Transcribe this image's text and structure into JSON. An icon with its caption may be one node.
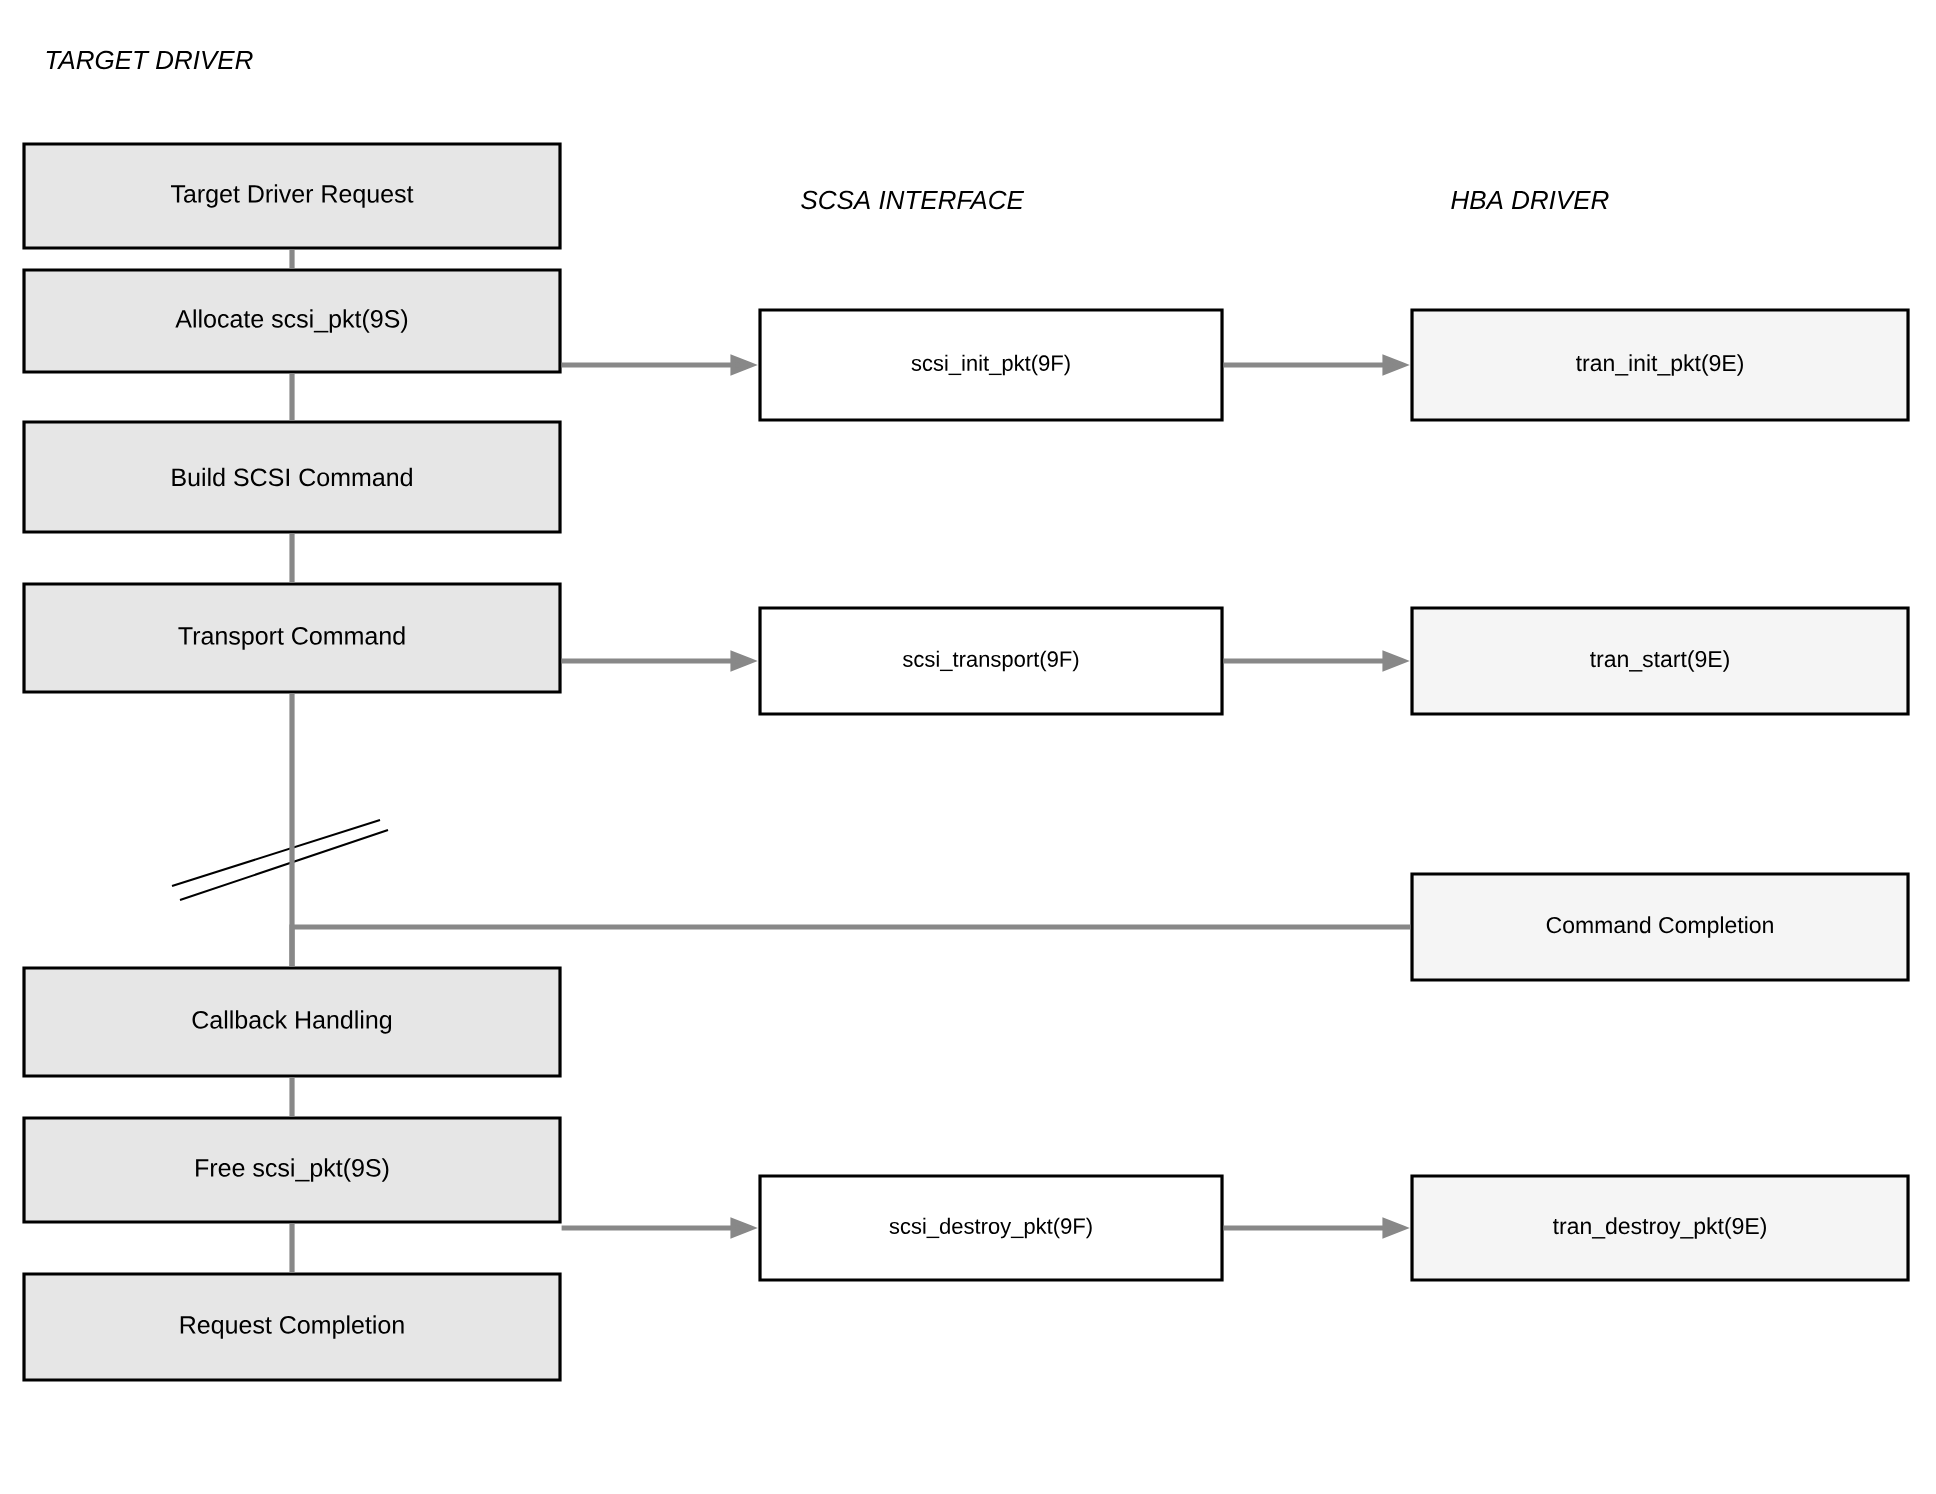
{
  "diagram": {
    "nodes": [
      {
        "text": [
          "Target Driver Request"
        ]
      },
      {
        "text": [
          "Allocate scsi_pkt(9S)"
        ]
      },
      {
        "text": [
          "Build SCSI Command"
        ]
      },
      {
        "text": [
          "Transport Command"
        ]
      },
      {
        "text": [
          "Callback Handling"
        ]
      },
      {
        "text": [
          "Free scsi_pkt(9S)"
        ]
      },
      {
        "text": [
          "Request Completion"
        ]
      },
      {
        "text": [
          "scsi_init_pkt(9F)"
        ]
      },
      {
        "text": [
          "tran_init_pkt(9E)"
        ]
      },
      {
        "text": [
          "scsi_transport(9F)"
        ]
      },
      {
        "text": [
          "tran_start(9E)"
        ]
      },
      {
        "text": [
          "Command Completion"
        ]
      },
      {
        "text": [
          "scsi_destroy_pkt(9F)"
        ]
      },
      {
        "text": [
          "tran_destroy_pkt(9E)"
        ]
      }
    ],
    "edges": [
      {
        "from": 0,
        "to": 1,
        "arrow": "none"
      },
      {
        "from": 1,
        "to": 2,
        "arrow": "none"
      },
      {
        "from": 2,
        "to": 3,
        "arrow": "none"
      },
      {
        "from": 3,
        "to": 4,
        "arrow": "none"
      },
      {
        "from": 11,
        "to": 4,
        "arrow": "none"
      },
      {
        "from": 4,
        "to": 5,
        "arrow": "none"
      },
      {
        "from": 5,
        "to": 6,
        "arrow": "none"
      },
      {
        "from": 1,
        "to": 7,
        "arrow": "to"
      },
      {
        "from": 7,
        "to": 8,
        "arrow": "to"
      },
      {
        "from": 3,
        "to": 9,
        "arrow": "to"
      },
      {
        "from": 9,
        "to": 10,
        "arrow": "to"
      },
      {
        "from": 5,
        "to": 12,
        "arrow": "to"
      },
      {
        "from": 12,
        "to": 13,
        "arrow": "to"
      }
    ],
    "labels": [
      "TARGET DRIVER",
      "SCSA INTERFACE",
      "HBA DRIVER"
    ]
  }
}
